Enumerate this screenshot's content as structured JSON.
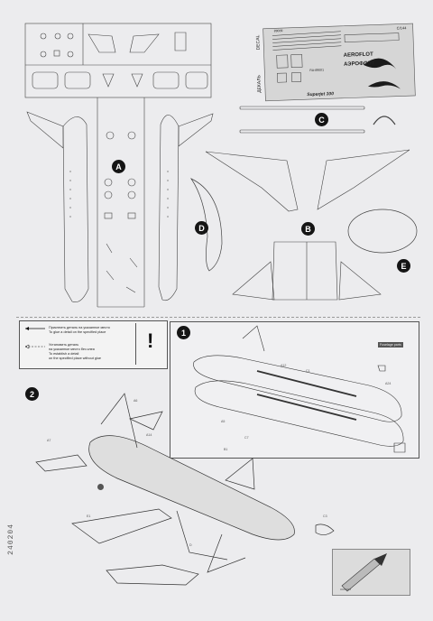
{
  "parts_sheet": {
    "section_labels": [
      "A",
      "B",
      "C",
      "D",
      "E"
    ]
  },
  "decal": {
    "vertical_label": "DECAL",
    "vertical_label_ru": "ДЕКАЛЬ",
    "code": "C/144",
    "model": "Superjet 100",
    "airline_en": "AEROFLOT",
    "airline_ru": "АЭРОФЛОТ",
    "reg": "RA-89001",
    "small_code": "89009"
  },
  "legend": {
    "line1_ru": "Приклеить деталь на указанное место",
    "line1_en": "To glue a detail on the specified place",
    "line2_ru": "Установить деталь",
    "line2_ru_b": "на указанное место без клея",
    "line2_en": "To establish a detail",
    "line2_en_b": "on the specified place without glue",
    "mark": "!"
  },
  "steps": {
    "step1": "1",
    "step2": "2",
    "step1_tag": "Fuselage parts",
    "step1_part_a12": "A12",
    "step1_part_c1": "C1",
    "step1_part_a24": "A24",
    "step1_part_a5": "A5",
    "step1_part_c7": "C7",
    "step2_part_a6": "A6",
    "step2_part_a7": "A7",
    "step2_part_a14": "A14",
    "step2_part_b1": "B1",
    "step2_part_c3": "C3",
    "step2_part_e1": "E1",
    "step2_part_d": "D"
  },
  "side_print": "240204"
}
